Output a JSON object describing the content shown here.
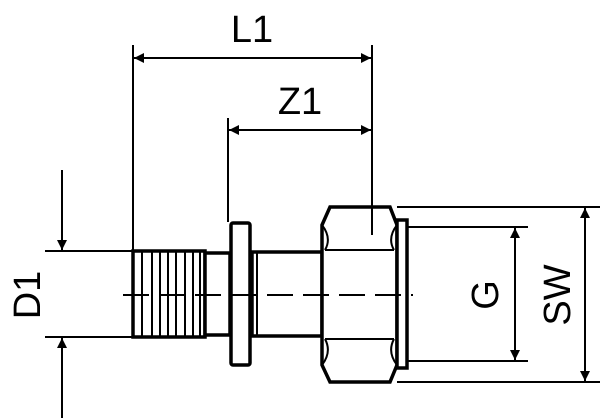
{
  "labels": {
    "l1": "L1",
    "z1": "Z1",
    "d1": "D1",
    "g": "G",
    "sw": "SW"
  },
  "colors": {
    "stroke": "#000000",
    "background": "#ffffff"
  }
}
